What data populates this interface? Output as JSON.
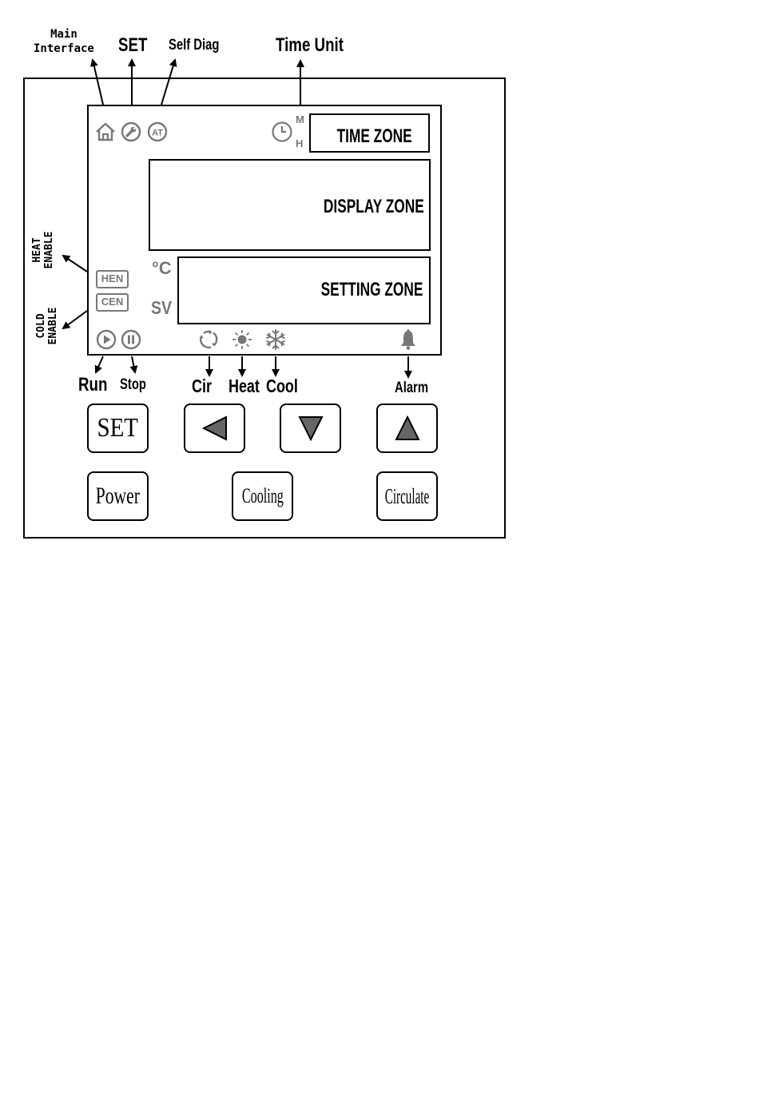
{
  "callouts": {
    "main_interface": "Main\nInterface",
    "set": "SET",
    "self_diag": "Self Diag",
    "time_unit": "Time Unit",
    "heat_enable": "HEAT\nENABLE",
    "cold_enable": "COLD\nENABLE",
    "run": "Run",
    "stop": "Stop",
    "cir": "Cir",
    "heat": "Heat",
    "cool": "Cool",
    "alarm": "Alarm"
  },
  "screen": {
    "time_unit_m": "M",
    "time_unit_h": "H",
    "at_label": "AT",
    "time_zone": "TIME ZONE",
    "display_zone": "DISPLAY ZONE",
    "setting_zone": "SETTING ZONE",
    "degc": "°C",
    "sv": "SV",
    "hen": "HEN",
    "cen": "CEN"
  },
  "keys": {
    "set": "SET",
    "power": "Power",
    "cooling": "Cooling",
    "circulate": "Circulate"
  },
  "colors": {
    "line": "#000000",
    "indicator_gray": "#777777",
    "triangle_fill": "#666666"
  }
}
